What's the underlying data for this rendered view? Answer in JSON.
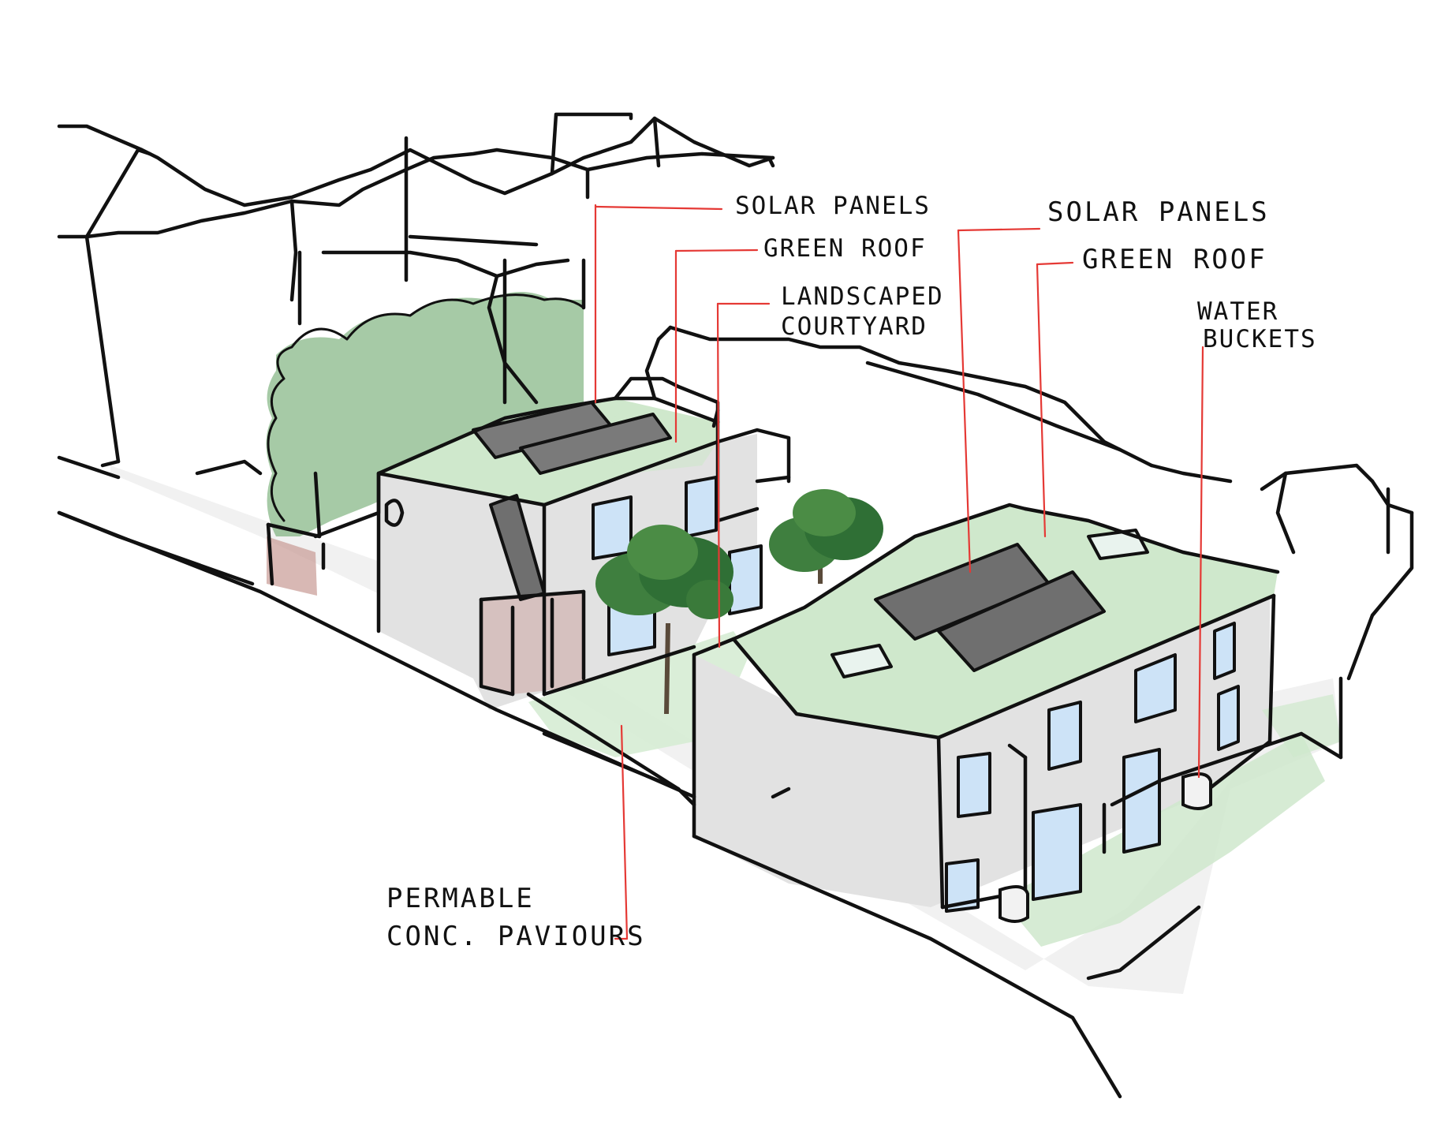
{
  "colors": {
    "ink": "#111111",
    "leader": "#e53935",
    "roof_green": "#cfe8cc",
    "foliage_green": "#5c9e5c",
    "wall_grey": "#e4e4e4",
    "glass_blue": "#cde3f7",
    "panel_grey": "#7a7a7a",
    "brick_red": "#c79a94"
  },
  "labels": {
    "solar_panels_left": "SOLAR PANELS",
    "green_roof_left": "GREEN ROOF",
    "landscaped_courtyard_1": "LANDSCAPED",
    "landscaped_courtyard_2": "COURTYARD",
    "solar_panels_right": "SOLAR PANELS",
    "green_roof_right": "GREEN ROOF",
    "water_buckets_1": "WATER",
    "water_buckets_2": "BUCKETS",
    "permeable_pavers_1": "PERMABLE",
    "permeable_pavers_2": "CONC. PAVIOURS"
  }
}
